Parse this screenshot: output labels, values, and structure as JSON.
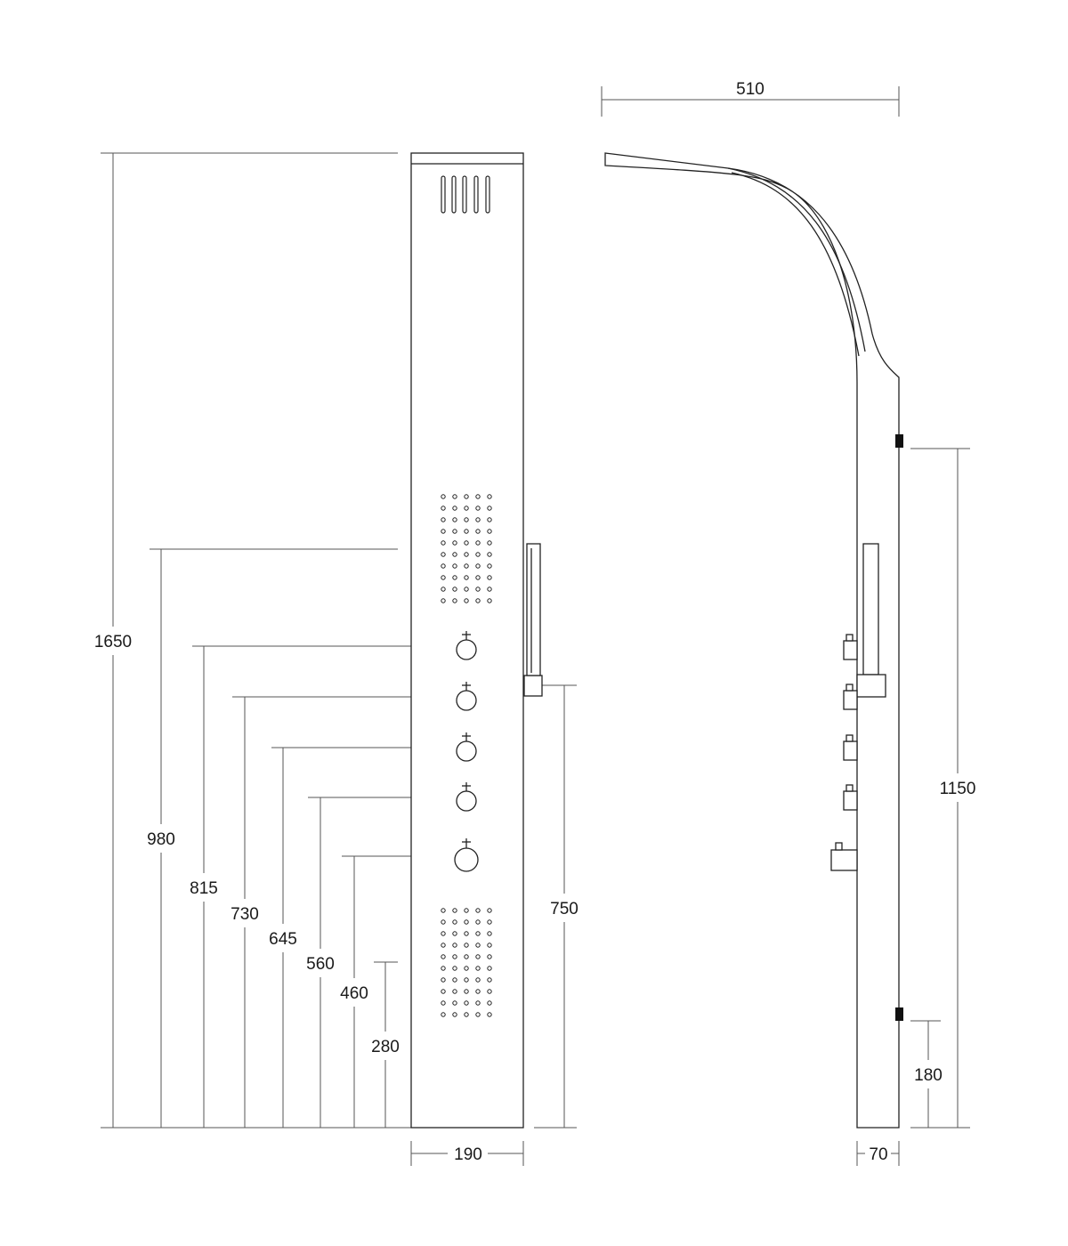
{
  "front_view": {
    "dimensions": {
      "total_height": "1650",
      "level_980": "980",
      "level_815": "815",
      "level_730": "730",
      "level_645": "645",
      "level_560": "560",
      "level_460": "460",
      "level_280": "280",
      "hand_shower_holder": "750",
      "width": "190"
    }
  },
  "side_view": {
    "dimensions": {
      "head_reach": "510",
      "bracket_spacing": "1150",
      "bottom_bracket": "180",
      "depth": "70"
    }
  },
  "colors": {
    "line": "#222222",
    "dimension_line": "#555555",
    "text": "#1a1a1a",
    "background": "#ffffff"
  }
}
